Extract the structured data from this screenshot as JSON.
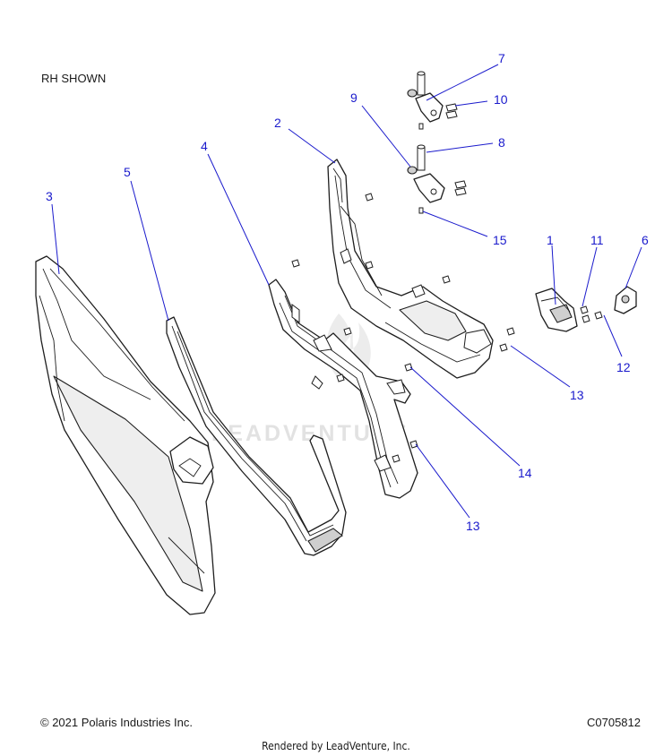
{
  "view_label": "RH SHOWN",
  "copyright": "© 2021 Polaris Industries Inc.",
  "diagram_code": "C0705812",
  "rendered_by": "Rendered by LeadVenture, Inc.",
  "watermark": "LEADVENTURE",
  "callouts": [
    {
      "id": "callout-7",
      "label": "7"
    },
    {
      "id": "callout-10",
      "label": "10"
    },
    {
      "id": "callout-9",
      "label": "9"
    },
    {
      "id": "callout-2",
      "label": "2"
    },
    {
      "id": "callout-8",
      "label": "8"
    },
    {
      "id": "callout-4",
      "label": "4"
    },
    {
      "id": "callout-5",
      "label": "5"
    },
    {
      "id": "callout-3",
      "label": "3"
    },
    {
      "id": "callout-15",
      "label": "15"
    },
    {
      "id": "callout-1",
      "label": "1"
    },
    {
      "id": "callout-11",
      "label": "11"
    },
    {
      "id": "callout-6",
      "label": "6"
    },
    {
      "id": "callout-12",
      "label": "12"
    },
    {
      "id": "callout-13a",
      "label": "13"
    },
    {
      "id": "callout-14",
      "label": "14"
    },
    {
      "id": "callout-13b",
      "label": "13"
    }
  ],
  "colors": {
    "callout": "#1a1acc",
    "line": "#1e1e1e",
    "watermark": "#e2e2e2"
  }
}
